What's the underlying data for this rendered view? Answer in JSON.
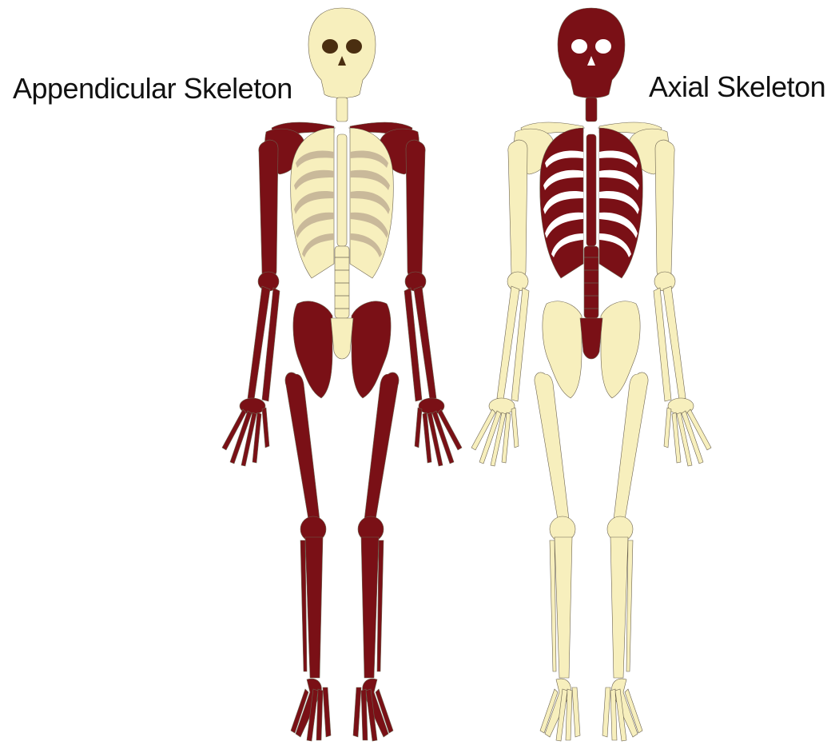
{
  "labels": {
    "appendicular": "Appendicular Skeleton",
    "axial": "Axial Skeleton"
  },
  "colors": {
    "highlight": "#7a1016",
    "bone": "#f7efbd",
    "bone_outline": "#6b6250",
    "cartilage": "#c9b99a",
    "eye_socket": "#4a2e10",
    "background": "#ffffff"
  },
  "figures": [
    {
      "id": "appendicular-figure",
      "highlighted_region": "appendicular"
    },
    {
      "id": "axial-figure",
      "highlighted_region": "axial"
    }
  ]
}
